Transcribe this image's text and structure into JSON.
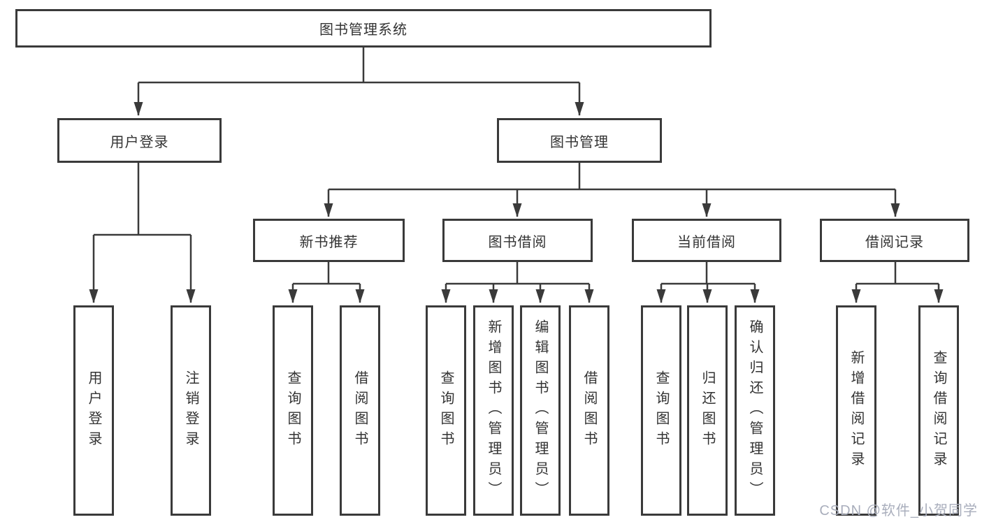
{
  "diagram": {
    "root": {
      "label": "图书管理系统",
      "children": [
        {
          "label": "用户登录",
          "children": [
            {
              "label": "用户登录"
            },
            {
              "label": "注销登录"
            }
          ]
        },
        {
          "label": "图书管理",
          "children": [
            {
              "label": "新书推荐",
              "children": [
                {
                  "label": "查询图书"
                },
                {
                  "label": "借阅图书"
                }
              ]
            },
            {
              "label": "图书借阅",
              "children": [
                {
                  "label": "查询图书"
                },
                {
                  "label": "新增图书（管理员）"
                },
                {
                  "label": "编辑图书（管理员）"
                },
                {
                  "label": "借阅图书"
                }
              ]
            },
            {
              "label": "当前借阅",
              "children": [
                {
                  "label": "查询图书"
                },
                {
                  "label": "归还图书"
                },
                {
                  "label": "确认归还（管理员）"
                }
              ]
            },
            {
              "label": "借阅记录",
              "children": [
                {
                  "label": "新增借阅记录"
                },
                {
                  "label": "查询借阅记录"
                }
              ]
            }
          ]
        }
      ]
    }
  },
  "watermark": {
    "text": "CSDN @软件_小贺同学"
  },
  "colors": {
    "line": "#3a3a3a",
    "text": "#333333",
    "background": "#ffffff",
    "watermark_text": "#a9aebc"
  }
}
